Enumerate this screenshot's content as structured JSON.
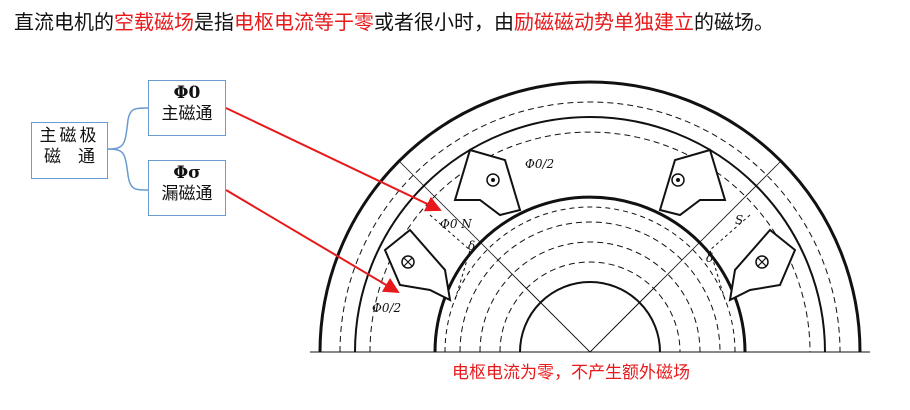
{
  "title": {
    "parts": [
      "直流电机的",
      "空载磁场",
      "是指",
      "电枢电流等于零",
      "或者很小时，由",
      "励磁磁动势单独建立",
      "的磁场。"
    ]
  },
  "tree": {
    "root_line1": "主磁极",
    "root_line2": "磁　通",
    "main_symbol": "Φ0",
    "main_label": "主磁通",
    "leak_symbol": "Φσ",
    "leak_label": "漏磁通"
  },
  "diagram_labels": {
    "phi_half_top": "Φ0/2",
    "phi_half_left": "Φ0/2",
    "north": "Φ0 N",
    "south": "S",
    "gap_left": "δ",
    "gap_right": "δ"
  },
  "caption": "电枢电流为零，不产生额外磁场",
  "colors": {
    "accent": "#e8191b",
    "box_border": "#6a9bd1"
  }
}
